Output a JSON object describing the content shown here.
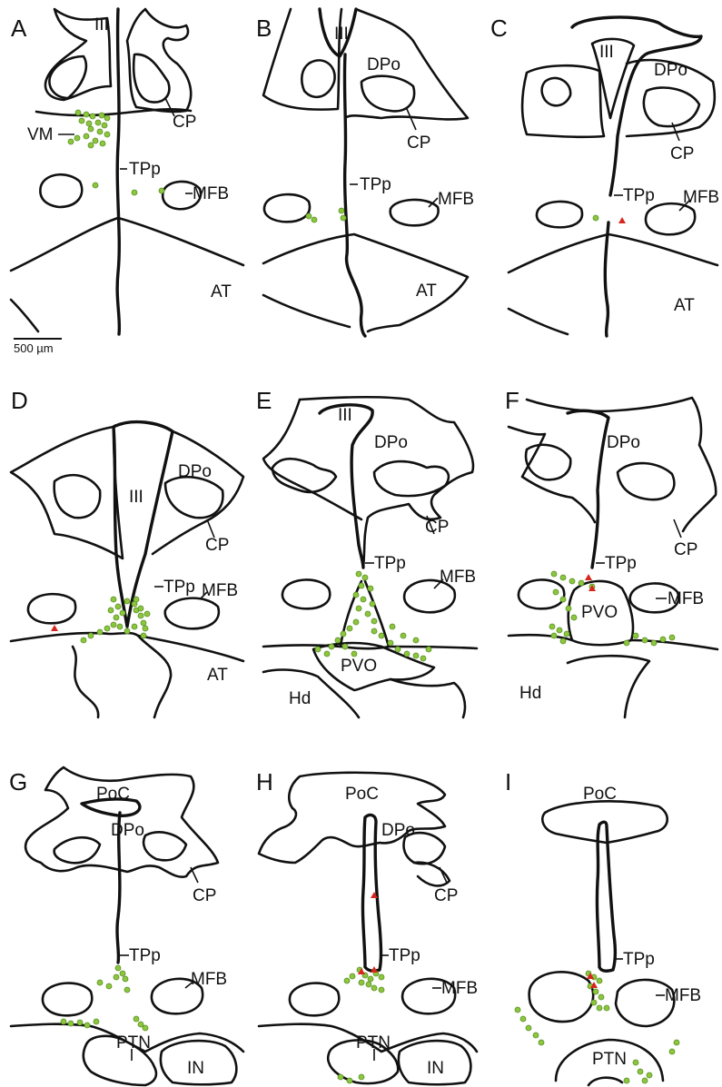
{
  "colors": {
    "cell_dot": "#8cc63f",
    "cell_dot_stroke": "#5a8f22",
    "marker": "#d7261e",
    "line": "#111111"
  },
  "scale_bar": {
    "label": "500 µm"
  },
  "panels": [
    {
      "id": "A",
      "letter": "A",
      "labels": {
        "ventricle": "III",
        "cp": "CP",
        "vm": "VM",
        "tpp": "TPp",
        "mfb": "MFB",
        "at": "AT"
      }
    },
    {
      "id": "B",
      "letter": "B",
      "labels": {
        "ventricle": "III",
        "dpo": "DPo",
        "cp": "CP",
        "tpp": "TPp",
        "mfb": "MFB",
        "at": "AT"
      }
    },
    {
      "id": "C",
      "letter": "C",
      "labels": {
        "ventricle": "III",
        "dpo": "DPo",
        "cp": "CP",
        "tpp": "TPp",
        "mfb": "MFB",
        "at": "AT"
      }
    },
    {
      "id": "D",
      "letter": "D",
      "labels": {
        "ventricle": "III",
        "dpo": "DPo",
        "cp": "CP",
        "tpp": "TPp",
        "mfb": "MFB",
        "at": "AT"
      }
    },
    {
      "id": "E",
      "letter": "E",
      "labels": {
        "ventricle": "III",
        "dpo": "DPo",
        "cp": "CP",
        "tpp": "TPp",
        "mfb": "MFB",
        "pvo": "PVO",
        "hd": "Hd"
      }
    },
    {
      "id": "F",
      "letter": "F",
      "labels": {
        "dpo": "DPo",
        "cp": "CP",
        "tpp": "TPp",
        "mfb": "MFB",
        "pvo": "PVO",
        "hd": "Hd"
      }
    },
    {
      "id": "G",
      "letter": "G",
      "labels": {
        "poc": "PoC",
        "dpo": "DPo",
        "cp": "CP",
        "tpp": "TPp",
        "mfb": "MFB",
        "ptn": "PTN",
        "in": "IN"
      }
    },
    {
      "id": "H",
      "letter": "H",
      "labels": {
        "poc": "PoC",
        "dpo": "DPo",
        "cp": "CP",
        "tpp": "TPp",
        "mfb": "MFB",
        "ptn": "PTN",
        "in": "IN"
      }
    },
    {
      "id": "I",
      "letter": "I",
      "labels": {
        "poc": "PoC",
        "tpp": "TPp",
        "mfb": "MFB",
        "ptn": "PTN"
      }
    }
  ]
}
